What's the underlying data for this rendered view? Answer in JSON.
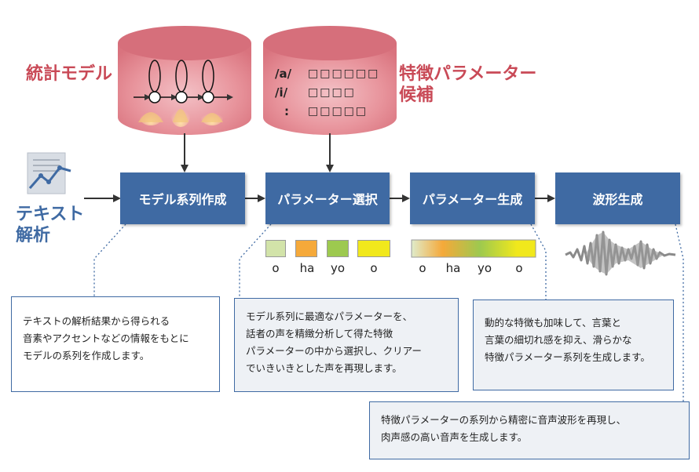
{
  "labels": {
    "stat_model": "統計モデル",
    "feature_params": "特徴パラメーター\n候補",
    "text_analysis": "テキスト\n解析"
  },
  "param_candidates": [
    {
      "id": "/a/",
      "boxes": "□□□□□□"
    },
    {
      "id": "/i/",
      "boxes": "□□□□"
    },
    {
      "id": ":",
      "boxes": "□□□□□"
    }
  ],
  "steps": [
    {
      "label": "モデル系列作成"
    },
    {
      "label": "パラメーター選択"
    },
    {
      "label": "パラメーター生成"
    },
    {
      "label": "波形生成"
    }
  ],
  "swatches": {
    "discrete_colors": [
      "#d2e3a9",
      "#f5a93a",
      "#9dc94f",
      "#f1e81c"
    ],
    "gradient_colors": [
      "#d2e3a9",
      "#f5a93a",
      "#9dc94f",
      "#f1e81c"
    ],
    "phonemes": [
      "o",
      "ha",
      "yo",
      "o"
    ]
  },
  "notes": [
    {
      "text": "テキストの解析結果から得られる\n音素やアクセントなどの情報をもとに\nモデルの系列を作成します。"
    },
    {
      "text": "モデル系列に最適なパラメーターを、\n話者の声を精緻分析して得た特徴\nパラメーターの中から選択し、クリアー\nでいきいきとした声を再現します。"
    },
    {
      "text": "動的な特徴も加味して、言葉と\n言葉の細切れ感を抑え、滑らかな\n特徴パラメーター系列を生成します。"
    },
    {
      "text": "特徴パラメーターの系列から精密に音声波形を再現し、\n肉声感の高い音声を生成します。"
    }
  ],
  "colors": {
    "step_blue": "#3f6aa3",
    "label_red": "#c94a57",
    "cylinder_pink": "#e68e97"
  },
  "icons": [
    "hmm-icon",
    "document-chart-icon",
    "waveform-icon"
  ]
}
